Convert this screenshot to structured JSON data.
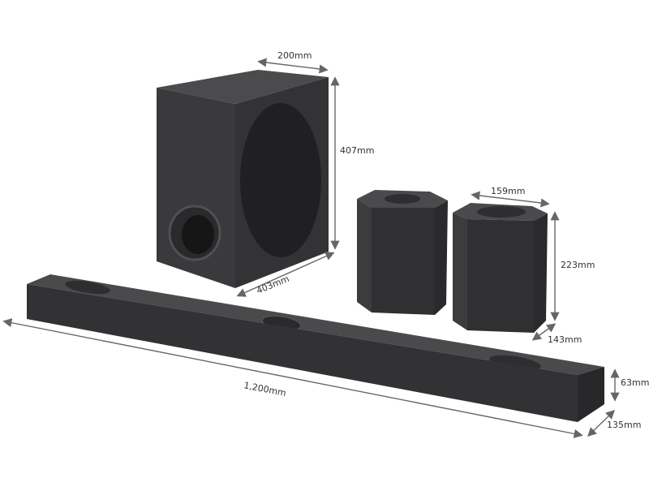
{
  "dimensions": {
    "subwoofer_width": "200mm",
    "subwoofer_height": "407mm",
    "subwoofer_depth": "403mm",
    "rear_speaker_width": "159mm",
    "rear_speaker_height": "223mm",
    "rear_speaker_depth": "143mm",
    "soundbar_width": "1,200mm",
    "soundbar_height": "63mm",
    "soundbar_depth": "135mm"
  },
  "colors": {
    "product_dark": "#2f2f31",
    "product_mid": "#3c3c3e",
    "product_top": "#4a4a4c",
    "arrow": "#666666"
  }
}
